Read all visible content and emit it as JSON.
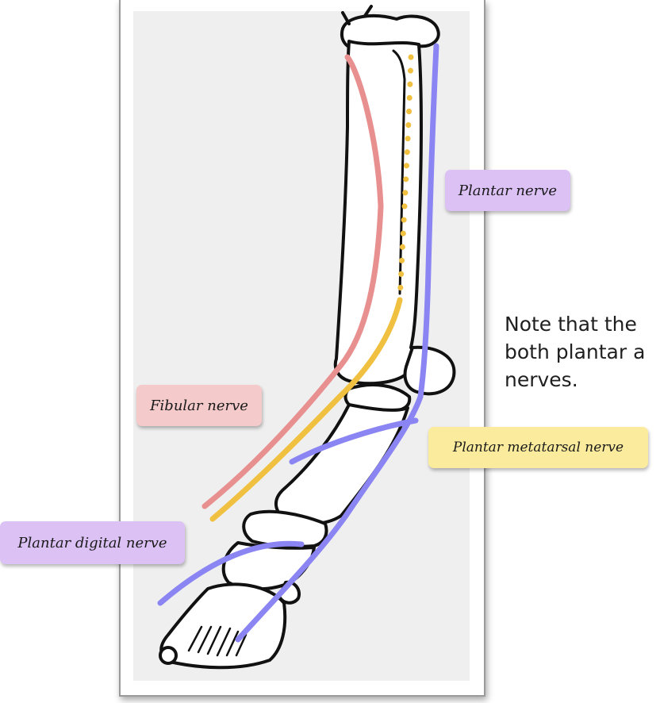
{
  "labels": {
    "plantar_nerve": "Plantar nerve",
    "fibular_nerve": "Fibular nerve",
    "plantar_metatarsal_nerve": "Plantar metatarsal nerve",
    "plantar_digital_nerve": "Plantar digital nerve"
  },
  "note_text": "Note that the \nboth plantar a\nnerves.",
  "colors": {
    "plantar_nerve": "#8a85f2",
    "fibular_nerve": "#e88f8f",
    "plantar_metatarsal_nerve": "#f0c040",
    "label_purple": "#dcc1f5",
    "label_pink": "#f4caca",
    "label_yellow": "#fbeb9d",
    "panel_background": "#efefef"
  }
}
